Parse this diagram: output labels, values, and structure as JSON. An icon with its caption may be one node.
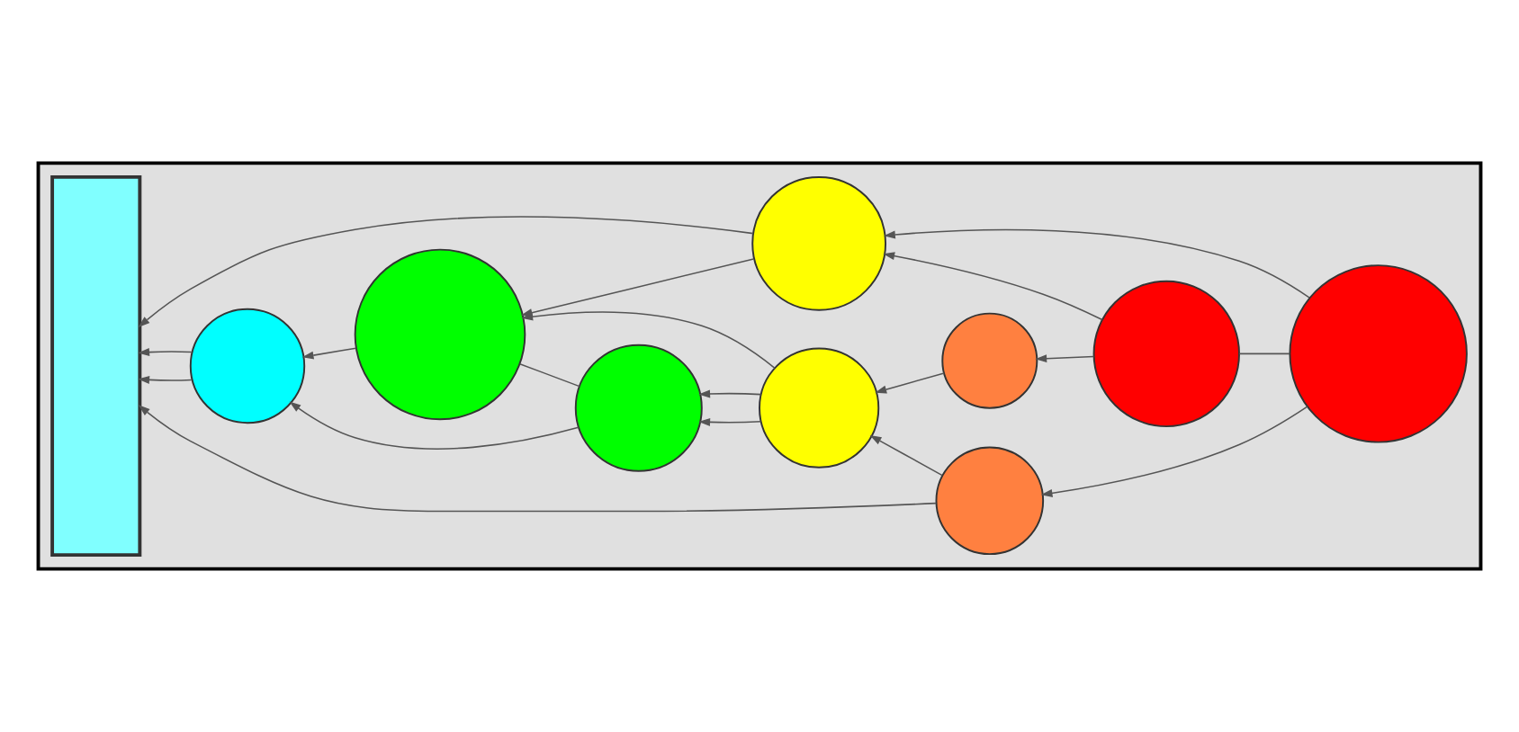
{
  "diagram": {
    "nodes": [
      {
        "text": [],
        "shape": "box"
      },
      {
        "text": [],
        "shape": "bar",
        "in": 0
      },
      {
        "text": [],
        "shape": "circle",
        "in": 0
      },
      {
        "text": [],
        "shape": "circle",
        "in": 0
      },
      {
        "text": [],
        "shape": "circle",
        "in": 0
      },
      {
        "text": [],
        "shape": "circle",
        "in": 0
      },
      {
        "text": [],
        "shape": "circle",
        "in": 0
      },
      {
        "text": [],
        "shape": "circle",
        "in": 0
      },
      {
        "text": [],
        "shape": "circle",
        "in": 0
      },
      {
        "text": [],
        "shape": "circle",
        "in": 0
      },
      {
        "text": [],
        "shape": "circle",
        "in": 0
      }
    ],
    "edges": [
      {
        "from": 7,
        "to": 1,
        "arrow": "to"
      },
      {
        "from": 2,
        "to": 1,
        "arrow": "to"
      },
      {
        "from": 2,
        "to": 1,
        "arrow": "to"
      },
      {
        "from": 6,
        "to": 1,
        "arrow": "to"
      },
      {
        "from": 3,
        "to": 2,
        "arrow": "to"
      },
      {
        "from": 4,
        "to": 2,
        "arrow": "to"
      },
      {
        "from": 5,
        "to": 3,
        "arrow": "to"
      },
      {
        "from": 5,
        "to": 3,
        "arrow": "to"
      },
      {
        "from": 3,
        "to": 4,
        "arrow": "none"
      },
      {
        "from": 5,
        "to": 4,
        "arrow": "to"
      },
      {
        "from": 6,
        "to": 4,
        "arrow": "to"
      },
      {
        "from": 7,
        "to": 5,
        "arrow": "to"
      },
      {
        "from": 9,
        "to": 7,
        "arrow": "to"
      },
      {
        "from": 8,
        "to": 5,
        "arrow": "to"
      },
      {
        "from": 9,
        "to": 6,
        "arrow": "to"
      },
      {
        "from": 10,
        "to": 8,
        "arrow": "to"
      },
      {
        "from": 10,
        "to": 6,
        "arrow": "to"
      },
      {
        "from": 9,
        "to": 10,
        "arrow": "none"
      }
    ]
  }
}
